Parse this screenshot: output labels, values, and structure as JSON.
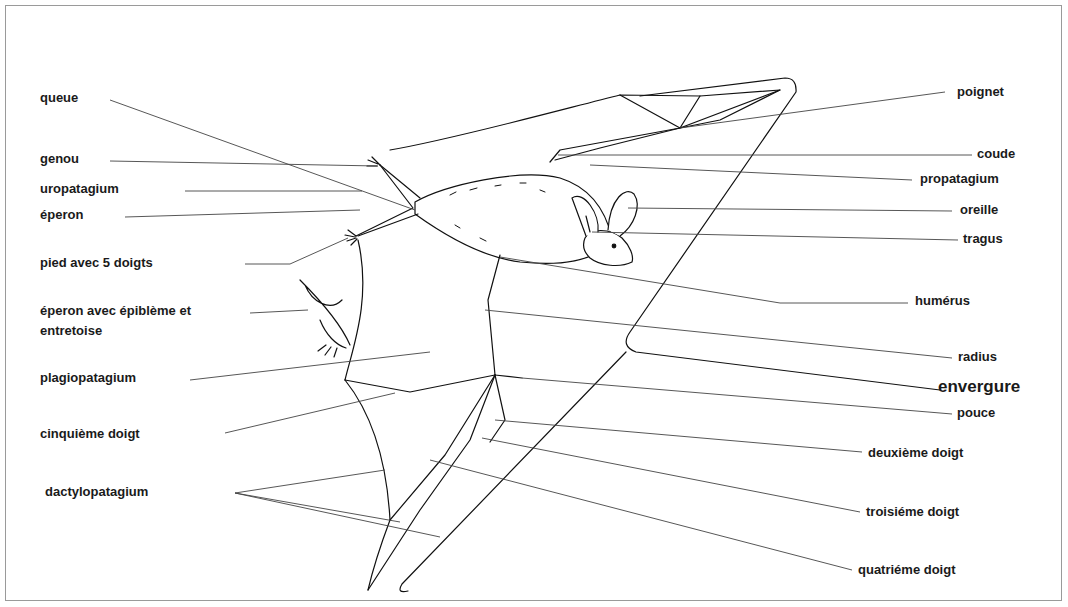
{
  "diagram": {
    "labels": [
      "queue",
      "genou",
      "uropatagium",
      "éperon",
      "pied avec 5 doigts",
      "éperon avec épiblème et entretoise",
      "plagiopatagium",
      "cinquième doigt",
      "dactylopatagium",
      "poignet",
      "coude",
      "propatagium",
      "oreille",
      "tragus",
      "humérus",
      "radius",
      "envergure",
      "pouce",
      "deuxième doigt",
      "troisiéme doigt",
      "quatriéme doigt"
    ]
  }
}
